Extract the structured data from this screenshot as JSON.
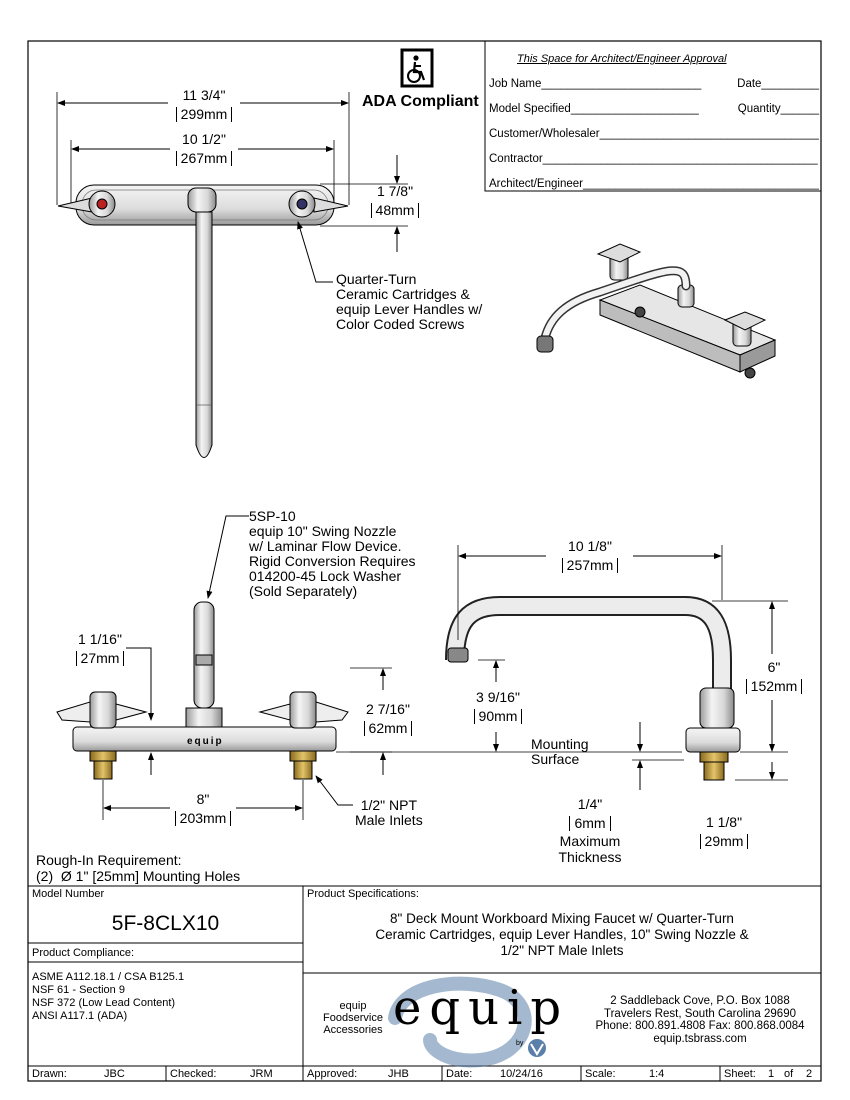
{
  "ada": {
    "label": "ADA Compliant"
  },
  "approval": {
    "title": "This Space for Architect/Engineer Approval",
    "rows": [
      {
        "left": "Job Name_________________________",
        "right": "Date_________"
      },
      {
        "left": "Model Specified____________________",
        "right": "Quantity______"
      },
      {
        "left": "Customer/Wholesaler_______________________________________",
        "right": ""
      },
      {
        "left": "Contractor___________________________________________",
        "right": ""
      },
      {
        "left": "Architect/Engineer_______________________________________",
        "right": ""
      }
    ]
  },
  "top_view": {
    "overall_in": "11 3/4\"",
    "overall_mm": "299mm",
    "centers_in": "10 1/2\"",
    "centers_mm": "267mm",
    "depth_in": "1 7/8\"",
    "depth_mm": "48mm",
    "callout": "Quarter-Turn\nCeramic Cartridges &\nequip Lever Handles w/\nColor Coded Screws"
  },
  "front_view": {
    "nozzle_callout": "5SP-10\nequip 10\" Swing Nozzle\nw/ Laminar Flow Device.\nRigid Conversion Requires\n014200-45 Lock Washer\n(Sold Separately)",
    "handle_height_in": "1 1/16\"",
    "handle_height_mm": "27mm",
    "body_height_in": "2 7/16\"",
    "body_height_mm": "62mm",
    "centers_in": "8\"",
    "centers_mm": "203mm",
    "inlets_callout": "1/2\" NPT\nMale Inlets",
    "body_logo": "equip"
  },
  "side_view": {
    "reach_in": "10 1/8\"",
    "reach_mm": "257mm",
    "spout_height_in": "3 9/16\"",
    "spout_height_mm": "90mm",
    "overall_height_in": "6\"",
    "overall_height_mm": "152mm",
    "mounting_surface": "Mounting\nSurface",
    "thickness_in": "1/4\"",
    "thickness_mm": "6mm",
    "thickness_note": "Maximum\nThickness",
    "shank_in": "1 1/8\"",
    "shank_mm": "29mm"
  },
  "rough_in": {
    "title": "Rough-In Requirement:",
    "text": "(2)  Ø 1\" [25mm] Mounting Holes"
  },
  "model": {
    "label": "Model Number",
    "value": "5F-8CLX10"
  },
  "compliance": {
    "label": "Product Compliance:",
    "items": [
      "ASME A112.18.1 / CSA B125.1",
      "NSF 61 - Section 9",
      "NSF 372 (Low Lead Content)",
      "ANSI A117.1 (ADA)"
    ]
  },
  "specs": {
    "label": "Product Specifications:",
    "lines": [
      "8\" Deck Mount Workboard Mixing Faucet w/ Quarter-Turn",
      "Ceramic Cartridges, equip Lever Handles, 10\" Swing Nozzle &",
      "1/2\" NPT Male Inlets"
    ]
  },
  "brand": {
    "tag": [
      "equip",
      "Foodservice",
      "Accessories"
    ],
    "logo": "equip",
    "by": "by",
    "address": [
      "2 Saddleback Cove, P.O. Box 1088",
      "Travelers Rest, South Carolina 29690",
      "Phone: 800.891.4808  Fax: 800.868.0084",
      "equip.tsbrass.com"
    ],
    "color": "#5a7fa8"
  },
  "footer": {
    "drawn_label": "Drawn:",
    "drawn": "JBC",
    "checked_label": "Checked:",
    "checked": "JRM",
    "approved_label": "Approved:",
    "approved": "JHB",
    "date_label": "Date:",
    "date": "10/24/16",
    "scale_label": "Scale:",
    "scale": "1:4",
    "sheet_label": "Sheet:",
    "sheet": "1",
    "of": "of",
    "sheet_total": "2"
  }
}
